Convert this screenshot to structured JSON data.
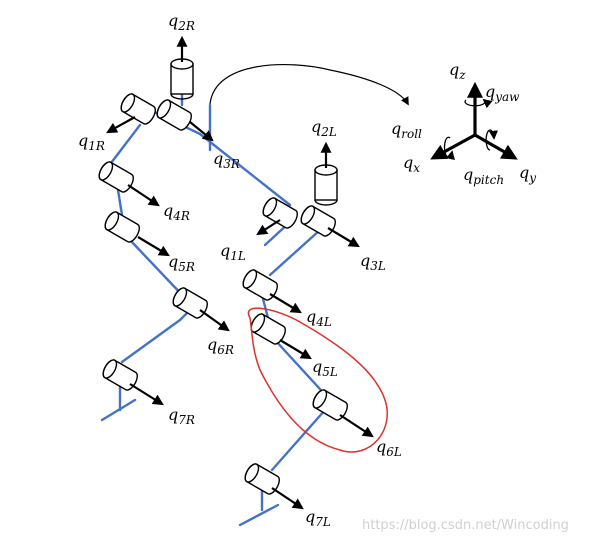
{
  "colors": {
    "link": "#4472c4",
    "cylinder_stroke": "#000000",
    "cylinder_fill": "#ffffff",
    "highlight": "#e0302a"
  },
  "labels": {
    "q2R": {
      "main": "q",
      "sub": "2R"
    },
    "q1R": {
      "main": "q",
      "sub": "1R"
    },
    "q3R": {
      "main": "q",
      "sub": "3R"
    },
    "q4R": {
      "main": "q",
      "sub": "4R"
    },
    "q5R": {
      "main": "q",
      "sub": "5R"
    },
    "q6R": {
      "main": "q",
      "sub": "6R"
    },
    "q7R": {
      "main": "q",
      "sub": "7R"
    },
    "q2L": {
      "main": "q",
      "sub": "2L"
    },
    "q1L": {
      "main": "q",
      "sub": "1L"
    },
    "q3L": {
      "main": "q",
      "sub": "3L"
    },
    "q4L": {
      "main": "q",
      "sub": "4L"
    },
    "q5L": {
      "main": "q",
      "sub": "5L"
    },
    "q6L": {
      "main": "q",
      "sub": "6L"
    },
    "q7L": {
      "main": "q",
      "sub": "7L"
    }
  },
  "frame": {
    "qz": {
      "main": "q",
      "sub": "z"
    },
    "qyaw": {
      "main": "q",
      "sub": "yaw"
    },
    "qroll": {
      "main": "q",
      "sub": "roll"
    },
    "qx": {
      "main": "q",
      "sub": "x"
    },
    "qpitch": {
      "main": "q",
      "sub": "pitch"
    },
    "qy": {
      "main": "q",
      "sub": "y"
    }
  },
  "watermark": "https://blog.csdn.net/Wincoding"
}
